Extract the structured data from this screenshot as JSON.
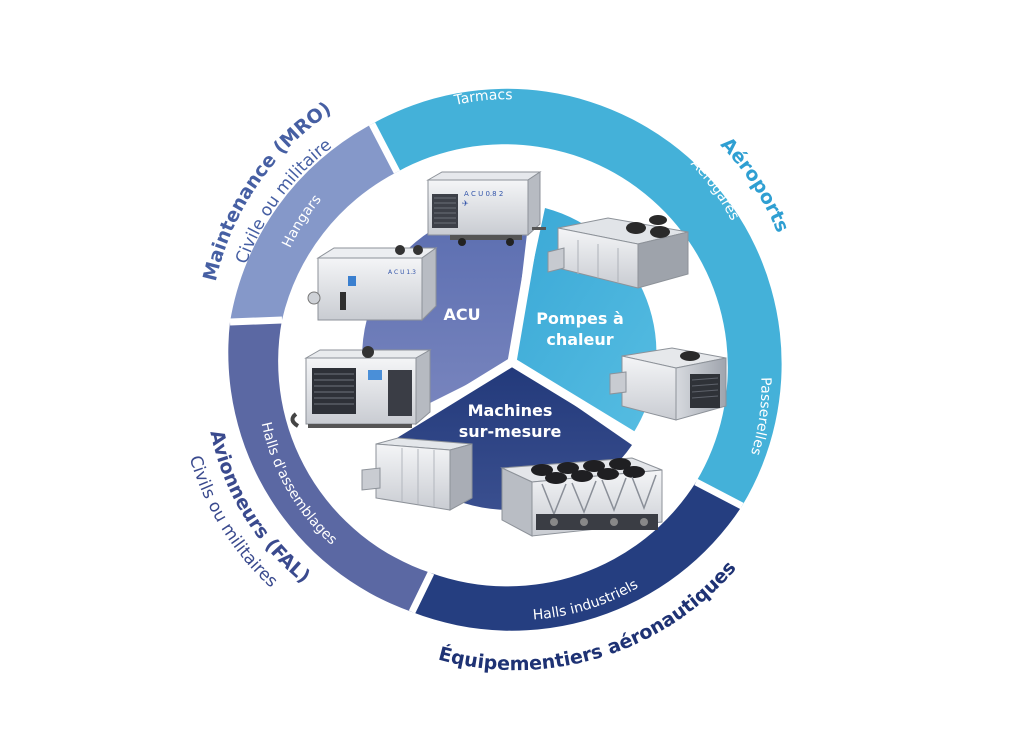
{
  "colors": {
    "airports": "#44b1d9",
    "airports_text": "#2f9fd2",
    "mro": "#8598c9",
    "mro_text": "#465fa3",
    "fal": "#5b68a3",
    "fal_text": "#3a4a8e",
    "equip": "#253e80",
    "equip_text": "#1e3274",
    "core_acu": "#6b78b5",
    "core_pac": "#45b3dd",
    "core_custom": "#283f7f"
  },
  "segments": {
    "tarmacs": "Tarmacs",
    "aerogares": "Aérogares",
    "passerelles": "Passerelles",
    "halls_industriels": "Halls industriels",
    "halls_assemblages": "Halls d'assemblages",
    "hangars": "Hangars"
  },
  "markets": {
    "aeroports": "Aéroports",
    "equipementiers": "Équipementiers aéronautiques",
    "avionneurs": "Avionneurs (FAL)",
    "avionneurs_sub": "Civils ou militaires",
    "maintenance": "Maintenance (MRO)",
    "maintenance_sub": "Civile ou militaire"
  },
  "core": {
    "acu": "ACU",
    "pac_line1": "Pompes à",
    "pac_line2": "chaleur",
    "custom_line1": "Machines",
    "custom_line2": "sur-mesure"
  },
  "unit_labels": {
    "acu_small": "A C U  0.8  2",
    "acu_mid": "A C U  1.3"
  },
  "icons": [
    "mobile-acu-unit-image",
    "acu-unit-image",
    "compact-acu-unit-image",
    "rooftop-heat-pump-image",
    "packaged-heat-pump-image",
    "air-handling-unit-image",
    "chiller-unit-image"
  ]
}
